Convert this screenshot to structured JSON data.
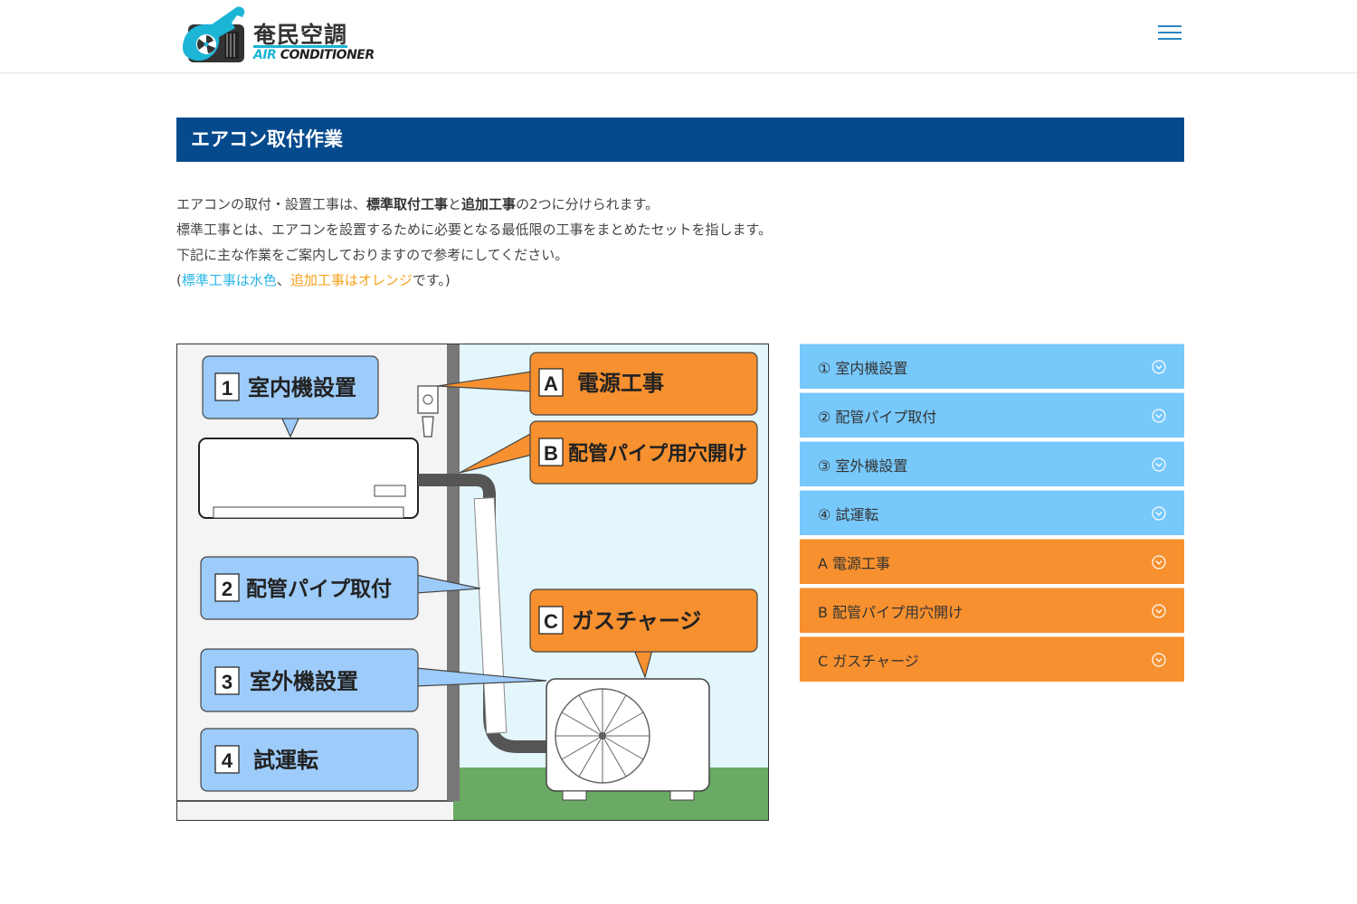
{
  "header": {
    "logo_text_jp": "奄民空調",
    "logo_text_en_accent": "AIR",
    "logo_text_en_rest": " CONDITIONER"
  },
  "section": {
    "title": "エアコン取付作業"
  },
  "intro": {
    "line1_a": "エアコンの取付・設置工事は、",
    "line1_b": "標準取付工事",
    "line1_c": "と",
    "line1_d": "追加工事",
    "line1_e": "の2つに分けられます。",
    "line2": "標準工事とは、エアコンを設置するために必要となる最低限の工事をまとめたセットを指します。",
    "line3": "下記に主な作業をご案内しておりますので参考にしてください。",
    "line4_open": "(",
    "line4_blue": "標準工事は水色",
    "line4_sep": "、",
    "line4_orange": "追加工事はオレンジ",
    "line4_close": "です。)"
  },
  "diagram": {
    "labels": [
      {
        "num": "1",
        "text": "室内機設置"
      },
      {
        "num": "2",
        "text": "配管パイプ取付"
      },
      {
        "num": "3",
        "text": "室外機設置"
      },
      {
        "num": "4",
        "text": "試運転"
      },
      {
        "num": "A",
        "text": "電源工事"
      },
      {
        "num": "B",
        "text": "配管パイプ用穴開け"
      },
      {
        "num": "C",
        "text": "ガスチャージ"
      }
    ]
  },
  "accordion": {
    "items": [
      {
        "label": "① 室内機設置",
        "color": "#77c8fb"
      },
      {
        "label": "② 配管パイプ取付",
        "color": "#77c8fb"
      },
      {
        "label": "③ 室外機設置",
        "color": "#77c8fb"
      },
      {
        "label": "④ 試運転",
        "color": "#77c8fb"
      },
      {
        "label": "A 電源工事",
        "color": "#f7902f"
      },
      {
        "label": "B 配管パイプ用穴開け",
        "color": "#f7902f"
      },
      {
        "label": "C ガスチャージ",
        "color": "#f7902f"
      }
    ]
  },
  "colors": {
    "title_bar": "#044a8d",
    "standard": "#77c8fb",
    "additional": "#f7902f",
    "brand_accent": "#1cb5d6"
  },
  "icons": {
    "menu": "hamburger-icon",
    "chevron": "chevron-down-circle-icon"
  }
}
